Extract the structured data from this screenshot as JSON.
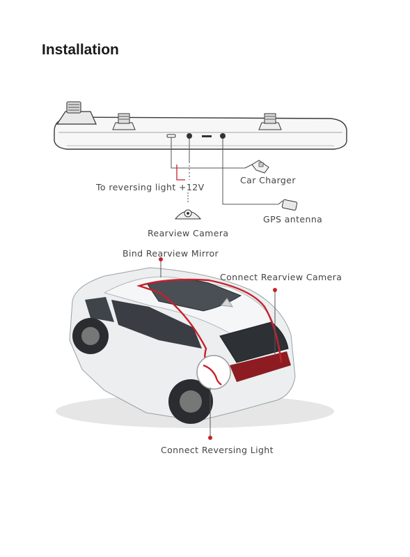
{
  "page": {
    "title": "Installation"
  },
  "diagram1": {
    "labels": {
      "car_charger": "Car Charger",
      "reversing_light": "To reversing light +12V",
      "gps_antenna": "GPS antenna",
      "rearview_camera": "Rearview Camera"
    },
    "wire_color": "#c8202a"
  },
  "diagram2": {
    "labels": {
      "bind_mirror": "Bind Rearview Mirror",
      "connect_camera": "Connect Rearview Camera",
      "connect_light": "Connect Reversing Light"
    },
    "callout_color": "#c8202a",
    "car_color": "#eceeef"
  }
}
